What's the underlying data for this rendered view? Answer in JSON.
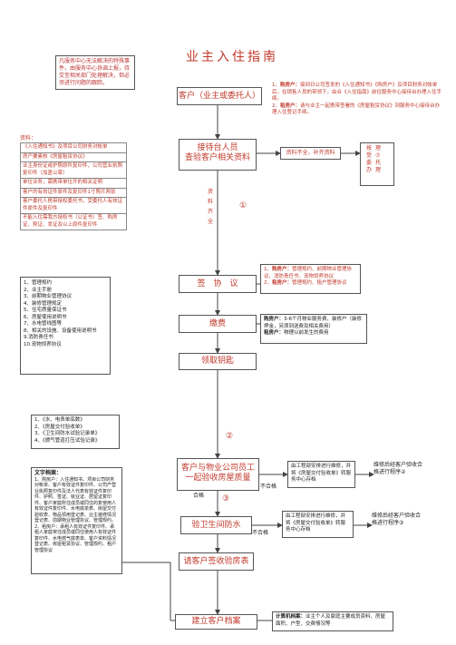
{
  "title": "业主入住指南",
  "notice": "凡服务中心无法解决的特殊事件，由服务中心协调上报，待交至相关部门处理解决，但必须进行问题的跟踪。",
  "customer_box": "客户（业主或委托人）",
  "owner_notes": [
    {
      "no": "1、",
      "bold": "购房户：",
      "text": "接到日公司签发的《入住通知书》《购房户》及项目财务对帐单后，在销售人员的带领下，由合《入住指南》前往服务中心接待台办理入住手续。"
    },
    {
      "no": "2、",
      "bold": "租房户：",
      "text": "请与业主一起携带签署的《房屋租赁协议》到服务中心接待台办理入住登记手续。"
    }
  ],
  "reception_box": [
    "接待台人员",
    "查验客户相关资料"
  ],
  "incomplete_box": "资料不全，补齐资料",
  "agent_box": "按理受⑦委托办理",
  "vertical_label": "资料齐全",
  "circle1": "①",
  "materials_title": "资料：",
  "materials": [
    "《入住通知书》及项目公司财务对帐单",
    "房产要素核《房屋租赁协议》",
    "业主身份证或护照原件复印件，公司营业执照复印件（加盖公章）",
    "单位业务，需携带单位开的相关证明",
    "客户的有效证件原件及复印件1寸照片两张",
    "客户委托人携带授权委托书，受委托人有效证件原件及复印件",
    "不能入住需我方授权书（公证书）签、购房证、契证、发证及以上原件复印件"
  ],
  "docs_list": [
    "1、管理规约",
    "2、业主手册",
    "3、前期物业管理协议",
    "4、装修管理规定",
    "5、住宅质量保证书",
    "6、房屋使用说明书",
    "7、水电管线图等",
    "8、相关的设施、设备使用说明书",
    "9.消防责任书",
    "10.宠物饲养协议"
  ],
  "sign_box": "签　协　议",
  "sign_notes": [
    {
      "no": "1、",
      "bold": "购房户：",
      "text": "管理规约、前期物业管理协议、消防责任书、宠物饲养协议"
    },
    {
      "no": "2、",
      "bold": "租房户：",
      "text": "管理规约、租户管理协议"
    }
  ],
  "pay_box": "缴费",
  "pay_notes": [
    {
      "bold": "购房户：",
      "text": "3-6个月物业服务费、装修户（装修押金，另须到送费及相关费用）"
    },
    {
      "bold": "租房户：",
      "text": "物理以前发生的费用"
    }
  ],
  "keys_box": "领取钥匙",
  "forms_list": [
    "1、《水、电表单底数》",
    "2、《房屋交付验收单》",
    "3、《卫生间防水试验记录单》",
    "4、《燃气管道打压试验记录》"
  ],
  "circle2": "②",
  "inspect_box": [
    "客户与物业公司员工",
    "一起验收房屋质量"
  ],
  "qualified_label": "合格",
  "circle3": "③",
  "unqualified1": "不合格",
  "repair1": "由工程部安排进行维修，并将《房屋交付验收单》转服务中心存档",
  "recheck1": "维修后经客户验收合格进行程序②",
  "toilet_box": "验卫生间防水",
  "unqualified2": "不合格",
  "repair2": "由工程部安排进行维修，并将《房屋交付验收单》转服务中心存档",
  "recheck2": "维修后经客户验收合格进行程序③",
  "accept_box": "请客户签收验房表",
  "archive_box": "建立客户档案",
  "archive_note_bold": "计算机档案：",
  "archive_note_text": "业主个人及家庭主要成员资料、房屋面积、户型、交费情况等",
  "text_archive_title": "文字档案：",
  "text_archive": "1、购房户：入住通知书、项目公司财务对帐单、客户有效证件复印件、公司产营业执照复印件及法人代表有效证件复印件、护照、签证、就业证、居留证复印件、客户家庭所住成员或同住的复使用人有效证件复印件、水电底单表、房屋交付验收表、物品领用登记表、业主装修情况登记表、前期物业管理协议、管理规约。2、租房户：承租人有效证件复印件、承租人家庭常住成员或同住使用人有效证件复印件、水电燃气底表单、客户资料情况登记表、房屋租赁协议、管理规约、租户管理协议"
}
